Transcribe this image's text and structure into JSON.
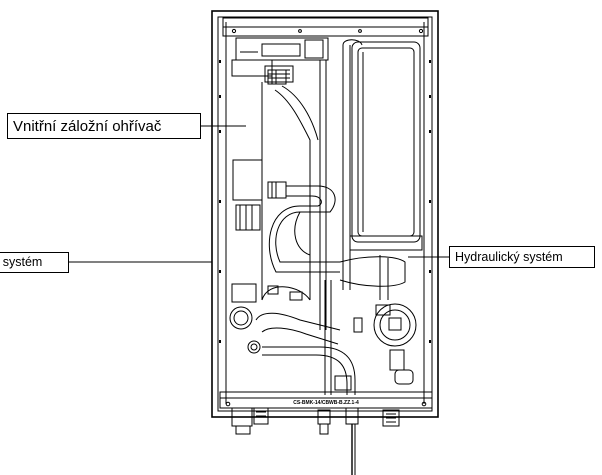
{
  "labels": {
    "backup_heater": "Vnitřní záložní ohřívač",
    "hydraulic_system": "Hydraulický systém",
    "left_partial": "ý systém"
  },
  "unit": {
    "model_code": "CS-BMK-14/CBWB-B.ZZ.1-4"
  },
  "colors": {
    "line": "#000000",
    "background": "#ffffff"
  }
}
